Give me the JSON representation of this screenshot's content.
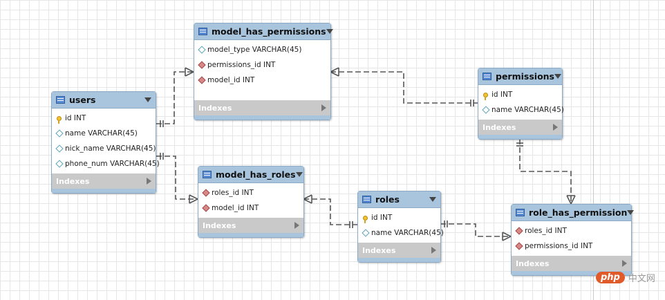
{
  "colors": {
    "header": "#a9c5de",
    "border": "#8aa9c6",
    "indexes_bar": "#c9c9c9",
    "line": "#555555"
  },
  "tables": {
    "model_has_permissions": {
      "title": "model_has_permissions",
      "columns": [
        {
          "icon": "column-icon",
          "label": "model_type VARCHAR(45)"
        },
        {
          "icon": "foreign-key-icon",
          "label": "permissions_id INT"
        },
        {
          "icon": "foreign-key-icon",
          "label": "model_id INT"
        }
      ],
      "indexes": "Indexes"
    },
    "users": {
      "title": "users",
      "columns": [
        {
          "icon": "primary-key-icon",
          "label": "id INT"
        },
        {
          "icon": "column-icon",
          "label": "name VARCHAR(45)"
        },
        {
          "icon": "column-icon",
          "label": "nick_name VARCHAR(45)"
        },
        {
          "icon": "column-icon",
          "label": "phone_num VARCHAR(45)"
        }
      ],
      "indexes": "Indexes"
    },
    "permissions": {
      "title": "permissions",
      "columns": [
        {
          "icon": "primary-key-icon",
          "label": "id INT"
        },
        {
          "icon": "column-icon",
          "label": "name VARCHAR(45)"
        }
      ],
      "indexes": "Indexes"
    },
    "model_has_roles": {
      "title": "model_has_roles",
      "columns": [
        {
          "icon": "foreign-key-icon",
          "label": "roles_id INT"
        },
        {
          "icon": "foreign-key-icon",
          "label": "model_id INT"
        }
      ],
      "indexes": "Indexes"
    },
    "roles": {
      "title": "roles",
      "columns": [
        {
          "icon": "primary-key-icon",
          "label": "id INT"
        },
        {
          "icon": "column-icon",
          "label": "name VARCHAR(45)"
        }
      ],
      "indexes": "Indexes"
    },
    "role_has_permission": {
      "title": "role_has_permission",
      "columns": [
        {
          "icon": "foreign-key-icon",
          "label": "roles_id INT"
        },
        {
          "icon": "foreign-key-icon",
          "label": "permissions_id INT"
        }
      ],
      "indexes": "Indexes"
    }
  },
  "relationships": [
    {
      "from": "users",
      "to": "model_has_permissions",
      "from_end": "one-mandatory",
      "to_end": "many"
    },
    {
      "from": "permissions",
      "to": "model_has_permissions",
      "from_end": "one-mandatory",
      "to_end": "many"
    },
    {
      "from": "users",
      "to": "model_has_roles",
      "from_end": "one-mandatory",
      "to_end": "many"
    },
    {
      "from": "roles",
      "to": "model_has_roles",
      "from_end": "one-mandatory",
      "to_end": "many"
    },
    {
      "from": "roles",
      "to": "role_has_permission",
      "from_end": "one-mandatory",
      "to_end": "many"
    },
    {
      "from": "permissions",
      "to": "role_has_permission",
      "from_end": "one-mandatory",
      "to_end": "many"
    }
  ],
  "watermark": {
    "logo": "php",
    "text": "中文网"
  }
}
